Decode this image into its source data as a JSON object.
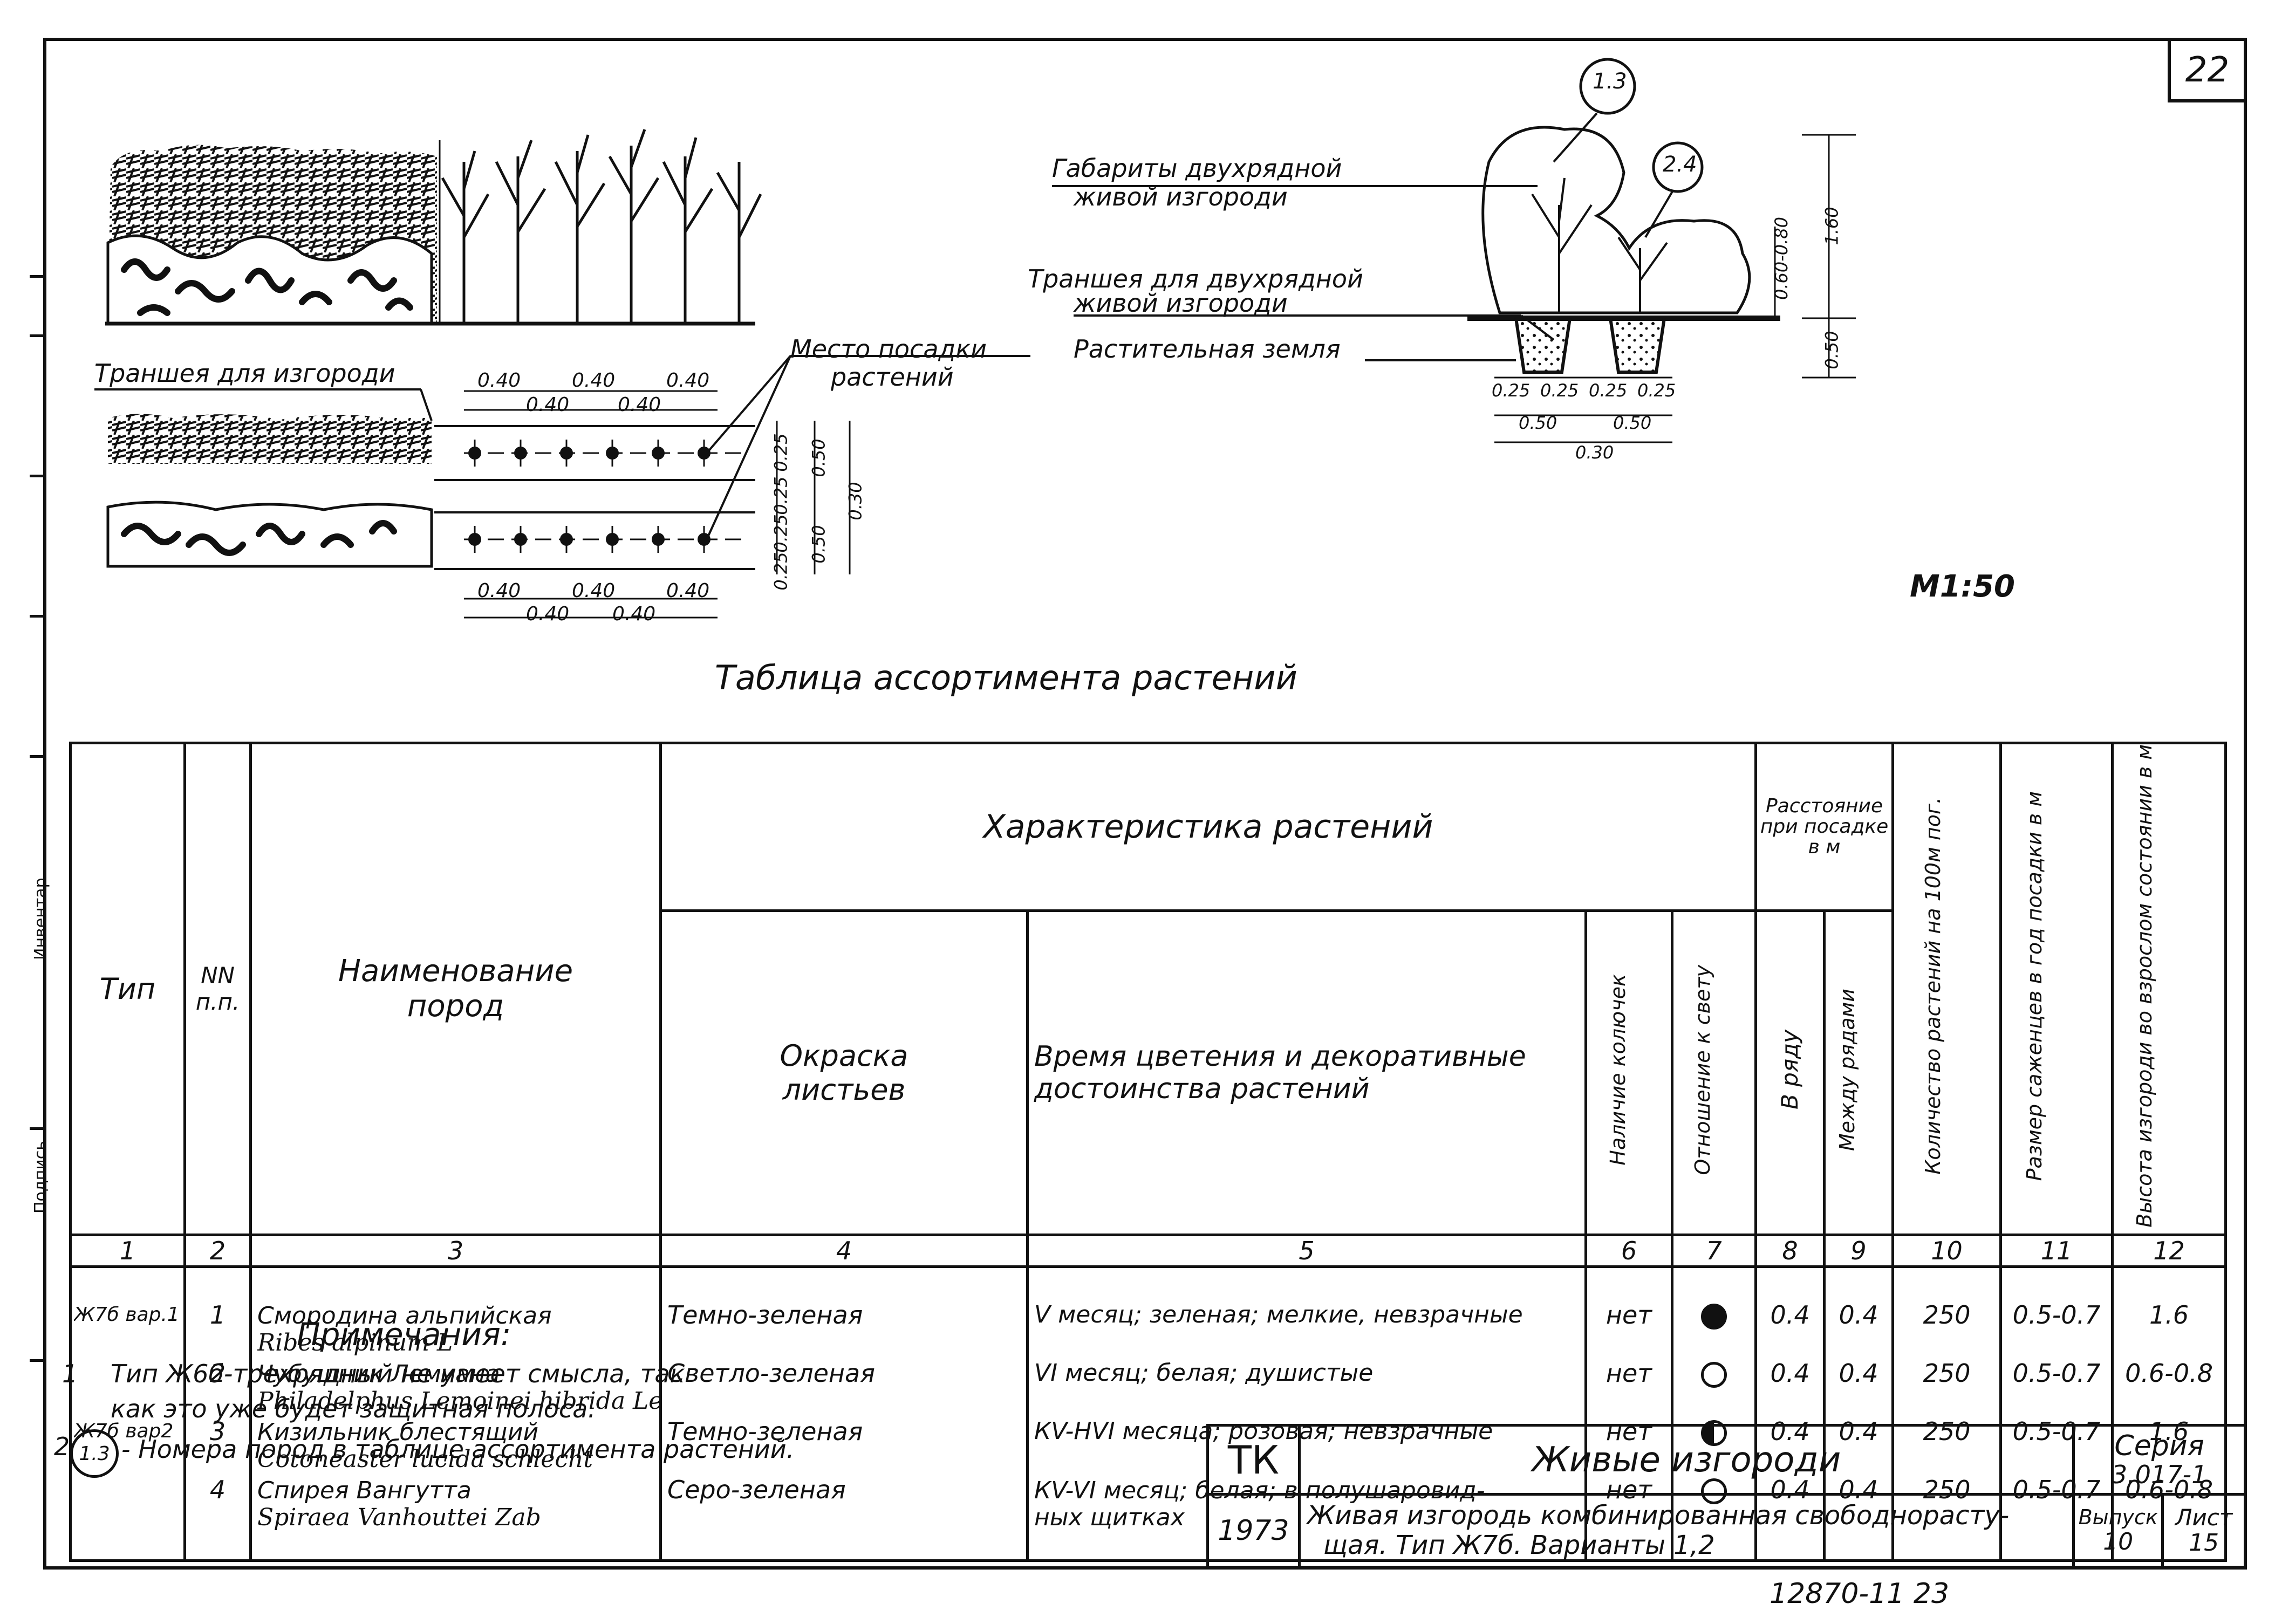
{
  "sheet_number": "22",
  "drawing": {
    "callout_a": "1.3",
    "callout_b": "2.4",
    "label_gabarity": [
      "Габариты двухрядной",
      "живой изгороди"
    ],
    "label_transheya2": [
      "Траншея для двухрядной",
      "живой изгороди"
    ],
    "label_zemlya": "Растительная земля",
    "label_transheya": "Траншея для изгороди",
    "label_mesto": [
      "Место посадки",
      "растений"
    ],
    "dims_top_a": [
      "0.40",
      "0.40",
      "0.40"
    ],
    "dims_top_b": [
      "0.40",
      "0.40"
    ],
    "dims_bottom_a": [
      "0.40",
      "0.40",
      "0.40"
    ],
    "dims_bottom_b": [
      "0.40",
      "0.40"
    ],
    "dims_vertical": [
      "0.25",
      "0.25",
      "0.50",
      "0.25",
      "0.25",
      "0.50",
      "0.30"
    ],
    "section_dims": [
      "0.25",
      "0.25",
      "0.25",
      "0.25",
      "0.50",
      "0.50",
      "0.30"
    ],
    "section_height": [
      "0.60-0.80",
      "1.60",
      "0.50"
    ],
    "scale": "М1:50"
  },
  "table_title": "Таблица ассортимента растений",
  "table": {
    "h_type": "Тип",
    "h_nn": "NN п.п.",
    "h_name": "Наименование пород",
    "h_char": "Характеристика растений",
    "h_color": "Окраска листьев",
    "h_bloom": "Время цветения и декоративные достоинства растений",
    "h_thorns": "Наличие колючек",
    "h_light": "Отношение к свету",
    "h_dist": "Расстояние при посадке в м",
    "h_inrow": "В ряду",
    "h_between": "Между рядами",
    "h_count": "Количество растений на 100м пог.",
    "h_size": "Размер саженцев в год посадки в м",
    "h_height": "Высота изгороди во взрослом состоянии в м",
    "col_numbers": [
      "1",
      "2",
      "3",
      "4",
      "5",
      "6",
      "7",
      "8",
      "9",
      "10",
      "11",
      "12"
    ],
    "rows": [
      {
        "type": "Ж7б вар.1",
        "n": "1",
        "name": "Смородина альпийская",
        "latin": "Ribes alpinum L",
        "color": "Темно-зеленая",
        "bloom": "V месяц; зеленая; мелкие, невзрачные",
        "bloom2": "",
        "thorns": "нет",
        "light": "full",
        "inrow": "0.4",
        "between": "0.4",
        "count": "250",
        "size": "0.5-0.7",
        "height": "1.6"
      },
      {
        "type": "",
        "n": "2",
        "name": "Чубушник Лемуана",
        "latin": "Philadelphus Lemoinei hibrida Lem",
        "color": "Светло-зеленая",
        "bloom": "VI месяц; белая; душистые",
        "bloom2": "",
        "thorns": "нет",
        "light": "empty",
        "inrow": "0.4",
        "between": "0.4",
        "count": "250",
        "size": "0.5-0.7",
        "height": "0.6-0.8"
      },
      {
        "type": "Ж7б вар2",
        "n": "3",
        "name": "Кизильник блестящий",
        "latin": "Cotoneaster lucida schlecht",
        "color": "Темно-зеленая",
        "bloom": "КV-НVI месяца; розовая; невзрачные",
        "bloom2": "",
        "thorns": "нет",
        "light": "half",
        "inrow": "0.4",
        "between": "0.4",
        "count": "250",
        "size": "0.5-0.7",
        "height": "1.6"
      },
      {
        "type": "",
        "n": "4",
        "name": "Спирея Вангутта",
        "latin": "Spiraea Vanhouttei Zab",
        "color": "Серо-зеленая",
        "bloom": "КV-VI месяц; белая; в полушаровид-",
        "bloom2": "ных щитках",
        "thorns": "нет",
        "light": "empty",
        "inrow": "0.4",
        "between": "0.4",
        "count": "250",
        "size": "0.5-0.7",
        "height": "0.6-0.8"
      }
    ]
  },
  "notes": {
    "title": "Примечания:",
    "n1_num": "1",
    "n1_line1": "Тип Ж6б-трехрядный не имеет смысла, так",
    "n1_line2": "как это уже будет защитная полоса.",
    "n2_num": "2",
    "n2_circle": "1.3",
    "n2_text": "- Номера пород в таблице ассортимента растений."
  },
  "stamp": {
    "org": "ТК",
    "title": "Живые изгороди",
    "series_label": "Серия",
    "series_value": "3.017-1",
    "year": "1973",
    "desc_line1": "Живая изгородь комбинированная свободнорасту-",
    "desc_line2": "щая. Тип Ж7б. Варианты 1,2",
    "issue_label": "Выпуск",
    "issue_value": "10",
    "sheet_label": "Лист",
    "sheet_value": "15"
  },
  "bottom_code": "12870-11  23",
  "margin_text_a": "Инвентар.",
  "margin_text_b": "Подпись"
}
